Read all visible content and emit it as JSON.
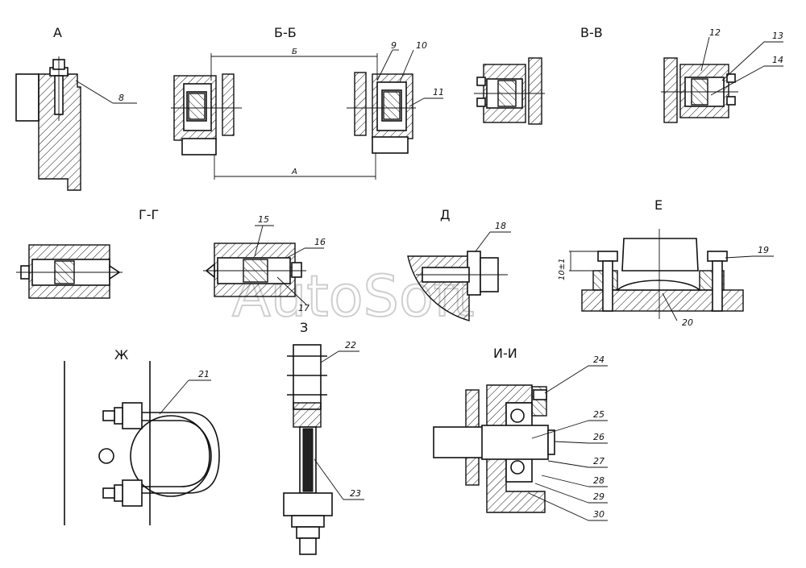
{
  "watermark": "AutoSoft",
  "views": {
    "a": "А",
    "bb": "Б-Б",
    "vv": "В-В",
    "gg": "Г-Г",
    "d": "Д",
    "e": "Е",
    "zh": "Ж",
    "z": "З",
    "ii": "И-И"
  },
  "dimensions": {
    "b": "Б",
    "a": "А",
    "gap": "10±1"
  },
  "callouts": [
    "8",
    "9",
    "10",
    "11",
    "12",
    "13",
    "14",
    "15",
    "16",
    "17",
    "18",
    "19",
    "20",
    "21",
    "22",
    "23",
    "24",
    "25",
    "26",
    "27",
    "28",
    "29",
    "30"
  ]
}
